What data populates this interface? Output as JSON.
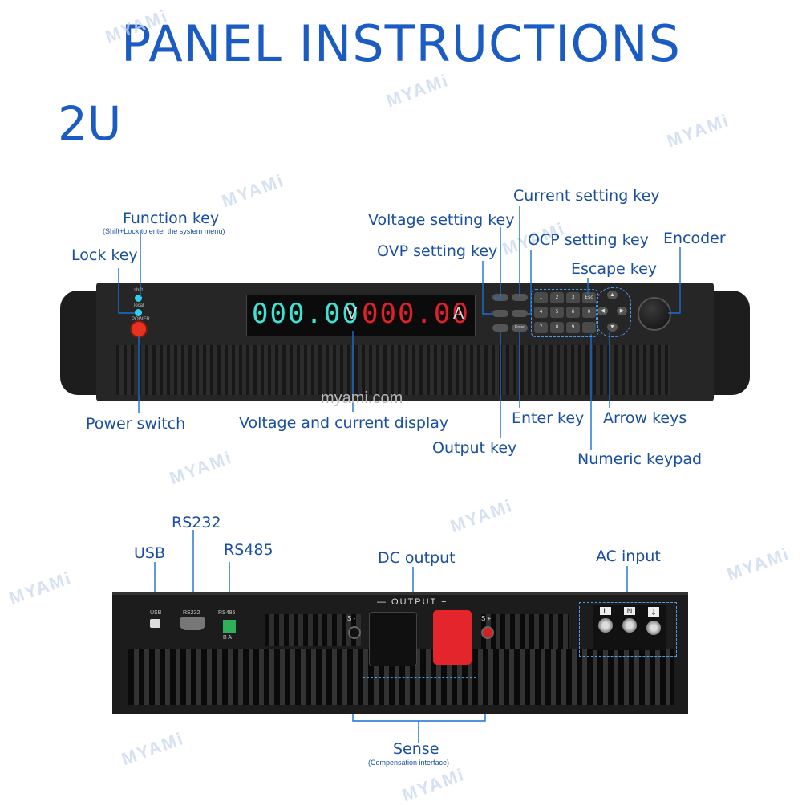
{
  "header": {
    "title": "PANEL INSTRUCTIONS",
    "subtitle": "2U"
  },
  "watermark": {
    "brand": "MYAMi",
    "url": "myami.com"
  },
  "front_panel": {
    "display": {
      "voltage": "000.00",
      "voltage_unit": "V",
      "current": "000.00",
      "current_unit": "A"
    },
    "led_labels": {
      "shift": "shift",
      "local": "local",
      "power": "POWER"
    },
    "keypad_keys": [
      "1",
      "2",
      "3",
      "Esc",
      "4",
      "5",
      "6",
      "0",
      "7",
      "8",
      "9",
      "."
    ],
    "enter_label": "Enter",
    "labels": {
      "function_key": "Function key",
      "function_key_note": "(Shift+Lock to enter the system menu)",
      "lock_key": "Lock key",
      "power_switch": "Power switch",
      "display": "Voltage and current display",
      "voltage_key": "Voltage setting key",
      "ovp_key": "OVP setting key",
      "current_key": "Current setting key",
      "ocp_key": "OCP setting key",
      "escape_key": "Escape key",
      "encoder": "Encoder",
      "output_key": "Output key",
      "enter_key": "Enter key",
      "arrow_keys": "Arrow keys",
      "numeric_keypad": "Numeric keypad"
    }
  },
  "rear_panel": {
    "port_labels": {
      "usb": "USB",
      "rs232": "RS232",
      "rs485": "RS485",
      "rs485_pins": "B  A"
    },
    "output_banner": "—  OUTPUT  +",
    "sense_minus": "S -",
    "sense_plus": "S +",
    "terminal_labels": [
      "L",
      "N",
      "⏚"
    ],
    "labels": {
      "usb": "USB",
      "rs232": "RS232",
      "rs485": "RS485",
      "dc_output": "DC output",
      "ac_input": "AC input",
      "sense": "Sense",
      "sense_note": "(Compensation interface)"
    }
  },
  "colors": {
    "title": "#1a5bc4",
    "voltage_digits": "#3ee3d2",
    "current_digits": "#e0202a",
    "power_button": "#e8321f",
    "callout_line": "#1a6fd0"
  }
}
